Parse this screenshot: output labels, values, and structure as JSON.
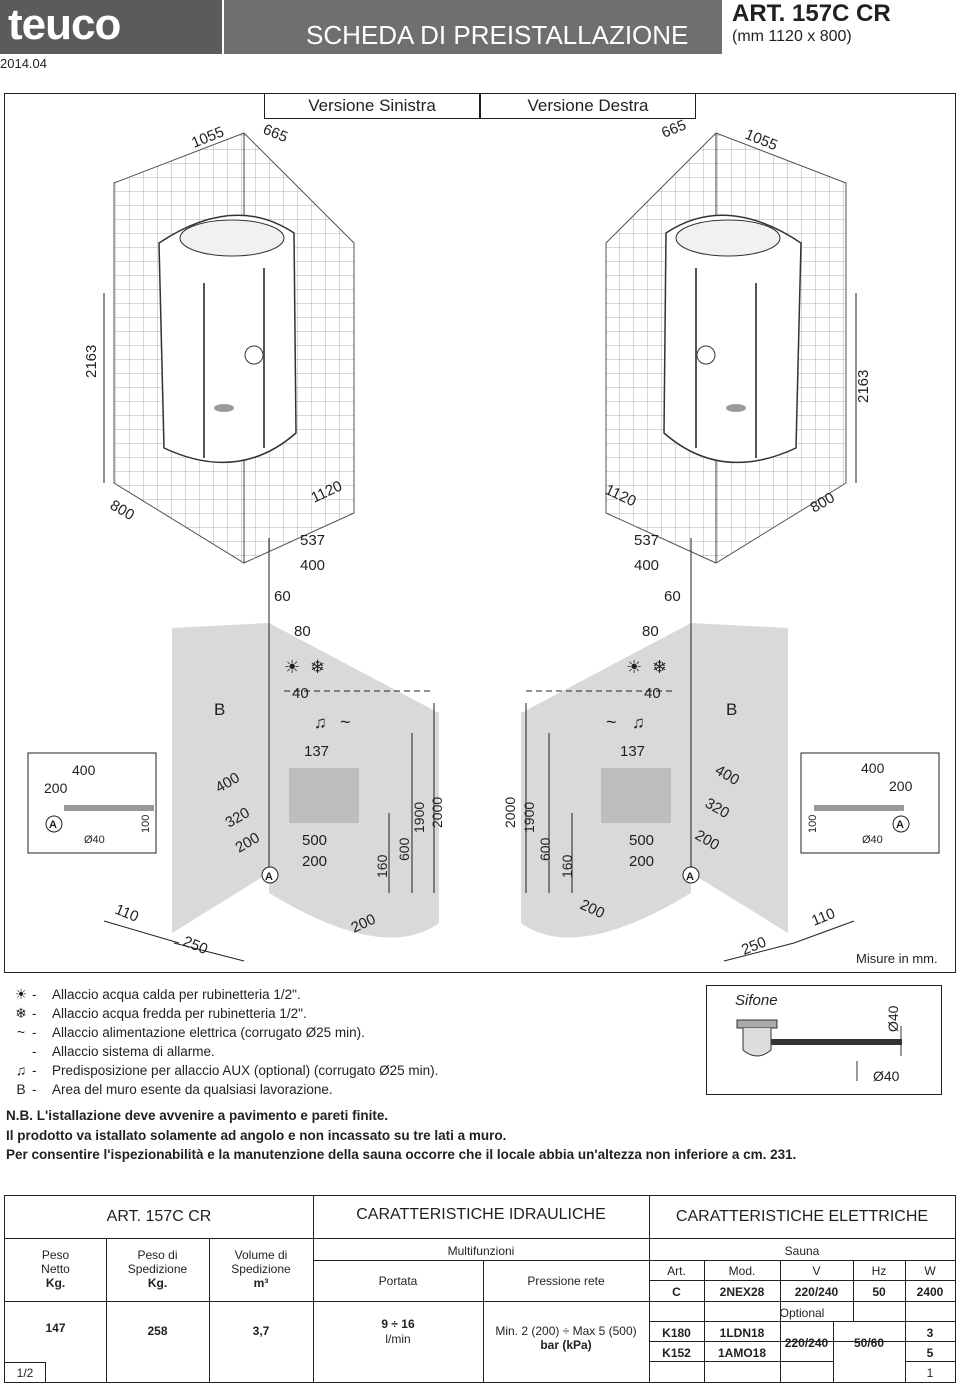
{
  "header": {
    "brand": "teuco",
    "date": "2014.04",
    "title": "SCHEDA DI PREISTALLAZIONE",
    "article": "ART. 157C CR",
    "size": "(mm 1120 x 800)"
  },
  "versions": {
    "left": "Versione Sinistra",
    "right": "Versione Destra"
  },
  "drawing": {
    "dims_top_left": [
      "1055",
      "665"
    ],
    "dims_top_right": [
      "665",
      "1055"
    ],
    "height": "2163",
    "base_left": [
      "800",
      "1120"
    ],
    "base_right": [
      "1120",
      "800"
    ],
    "plan_top": [
      "537",
      "400",
      "60",
      "80",
      "40",
      "137"
    ],
    "wall_dims": [
      "400",
      "320",
      "200",
      "500",
      "200"
    ],
    "heights": [
      "160",
      "600",
      "1900",
      "2000"
    ],
    "inset": {
      "w400": "400",
      "w200": "200",
      "h100": "100",
      "diam": "Ø40",
      "label": "A"
    },
    "floor": [
      "110",
      "250",
      "200"
    ],
    "area_label": "B",
    "point_label": "A",
    "units_note": "Misure in mm."
  },
  "legend": {
    "items": [
      {
        "icon": "sun-icon",
        "symbol": "☀",
        "text": "Allaccio acqua calda per rubinetteria 1/2\"."
      },
      {
        "icon": "snowflake-icon",
        "symbol": "❄",
        "text": "Allaccio acqua fredda per rubinetteria 1/2\"."
      },
      {
        "icon": "tilde-icon",
        "symbol": "~",
        "text": "Allaccio alimentazione elettrica (corrugato Ø25 min)."
      },
      {
        "icon": "blank-icon",
        "symbol": "",
        "text": "Allaccio sistema di allarme."
      },
      {
        "icon": "music-note-icon",
        "symbol": "♫",
        "text": "Predisposizione per allaccio AUX (optional) (corrugato Ø25 min)."
      },
      {
        "icon": "letter-b-icon",
        "symbol": "B",
        "text": "Area del muro esente da qualsiasi lavorazione."
      }
    ],
    "dash": "-"
  },
  "notes": [
    "N.B. L'istallazione deve avvenire a pavimento e pareti finite.",
    "Il prodotto va istallato solamente ad angolo e non incassato su tre lati a muro.",
    "Per consentire l'ispezionabilità e la manutenzione della sauna occorre che il locale abbia un'altezza non inferiore a cm. 231."
  ],
  "sifone": {
    "label": "Sifone",
    "d1": "Ø40",
    "d2": "Ø40"
  },
  "table": {
    "art": "ART. 157C CR",
    "idr_title": "CARATTERISTICHE IDRAULICHE",
    "ele_title": "CARATTERISTICHE ELETTRICHE",
    "peso_netto": [
      "Peso",
      "Netto",
      "Kg."
    ],
    "peso_sped": [
      "Peso di",
      "Spedizione",
      "Kg."
    ],
    "vol_sped": [
      "Volume di",
      "Spedizione",
      "m³"
    ],
    "multifunzioni": "Multifunzioni",
    "portata": "Portata",
    "pressione": "Pressione rete",
    "sauna": "Sauna",
    "sauna_cols": [
      "Art.",
      "Mod.",
      "V",
      "Hz",
      "W"
    ],
    "sauna_row": [
      "C",
      "2NEX28",
      "220/240",
      "50",
      "2400"
    ],
    "optional": "Optional",
    "opt_rows": [
      [
        "K180",
        "1LDN18",
        "3"
      ],
      [
        "K152",
        "1AMO18",
        "5"
      ]
    ],
    "opt_v": "220/240",
    "opt_hz": "50/60",
    "values": {
      "peso_netto": "147",
      "peso_sped": "258",
      "volume": "3,7",
      "portata": "9 ÷ 16",
      "portata_unit": "l/min",
      "pressione": "Min. 2 (200) ÷ Max 5 (500)",
      "pressione_unit": "bar (kPa)"
    },
    "page_left": "1/2",
    "page_right": "1"
  }
}
